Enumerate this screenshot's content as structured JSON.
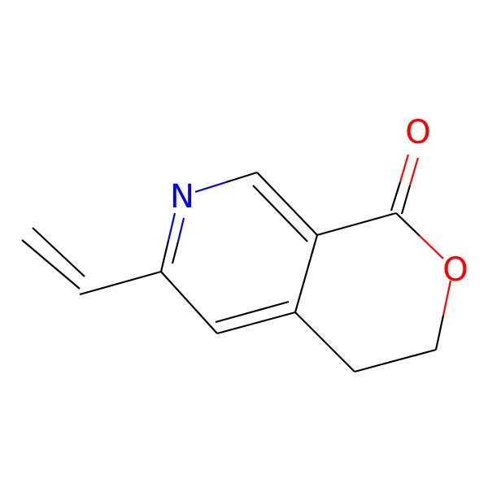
{
  "molecule": {
    "atoms": {
      "N": {
        "label": "N",
        "color": "#0000ff"
      },
      "O_carbonyl": {
        "label": "O",
        "color": "#ff0000"
      },
      "O_ring": {
        "label": "O",
        "color": "#ff0000"
      }
    },
    "bond_color": "#000000",
    "background": "#ffffff"
  }
}
